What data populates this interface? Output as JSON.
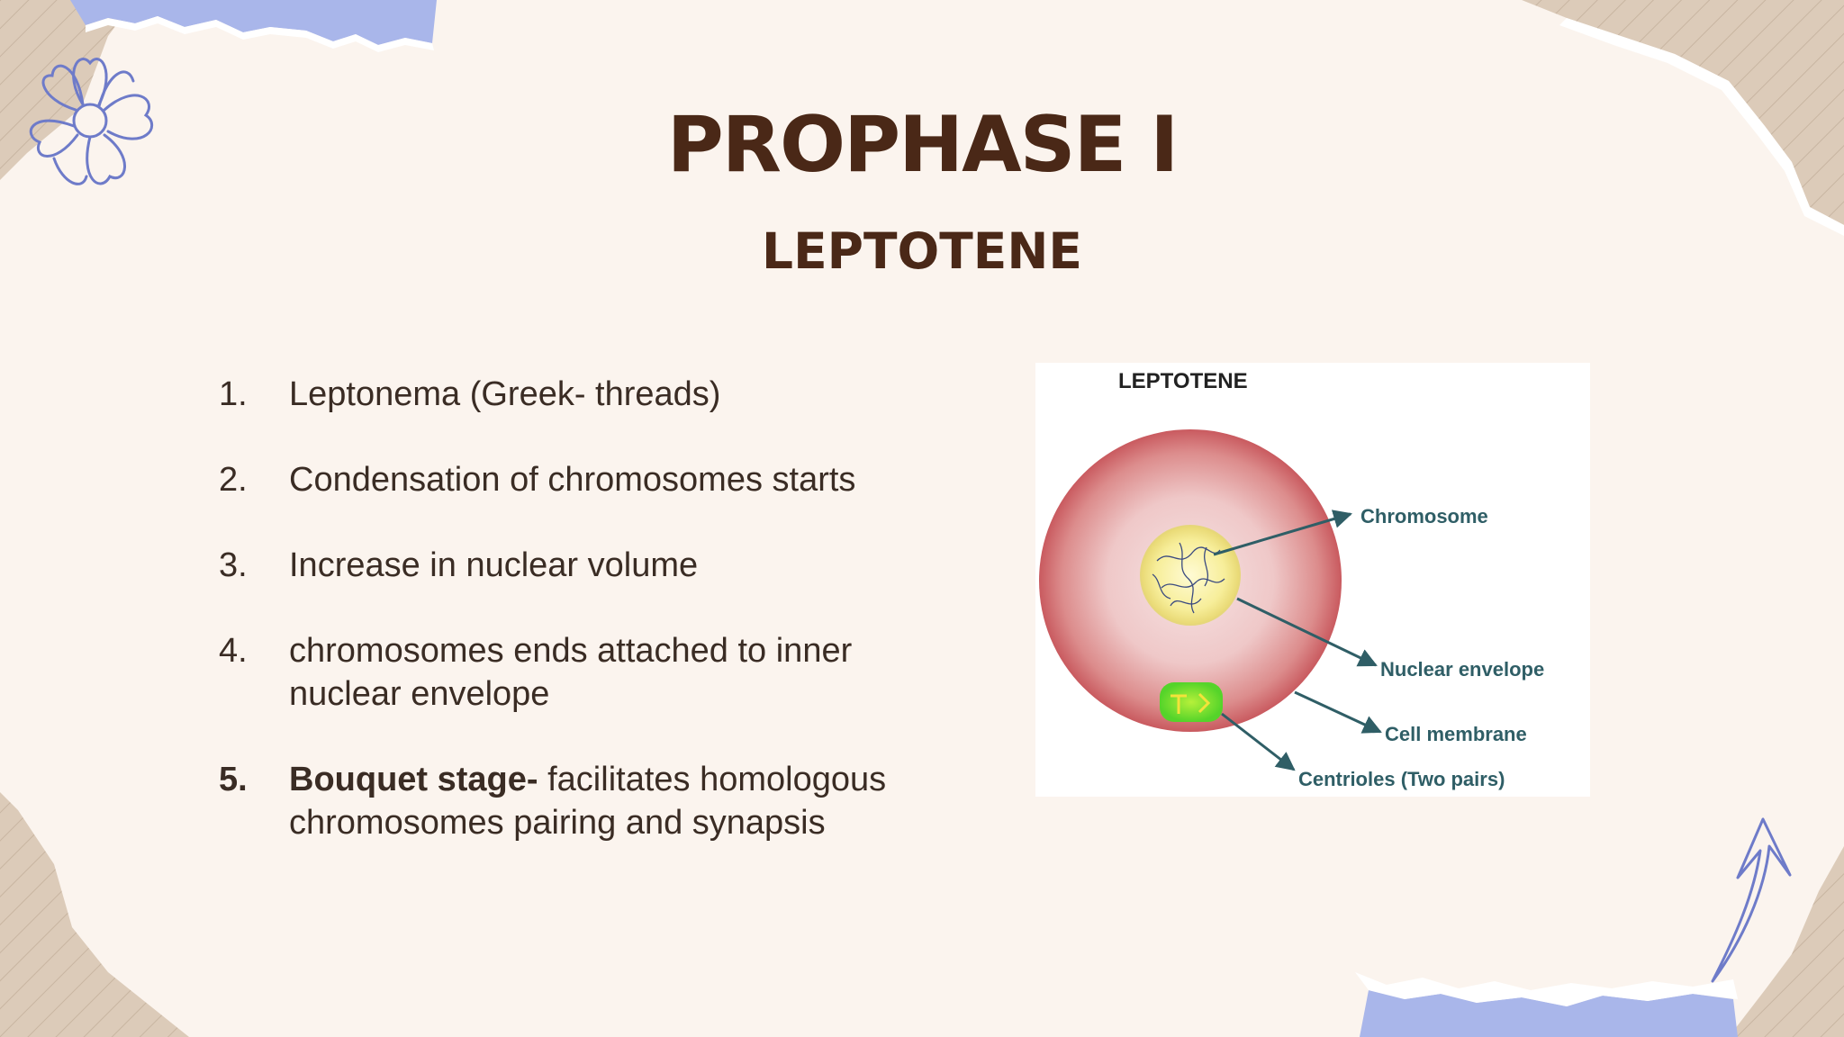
{
  "slide": {
    "title": "PROPHASE I",
    "subtitle": "LEPTOTENE"
  },
  "list": [
    {
      "num": "1.",
      "text": "Leptonema (Greek- threads)"
    },
    {
      "num": "2.",
      "text": "Condensation of chromosomes starts"
    },
    {
      "num": "3.",
      "text": "Increase in nuclear volume"
    },
    {
      "num": "4.",
      "text": "chromosomes ends attached to inner nuclear envelope"
    },
    {
      "num": "5.",
      "lead": "Bouquet stage-",
      "text": " facilitates homologous chromosomes pairing and synapsis"
    }
  ],
  "diagram": {
    "title": "LEPTOTENE",
    "labels": {
      "chromosome": "Chromosome",
      "nuclear_envelope": "Nuclear envelope",
      "cell_membrane": "Cell membrane",
      "centrioles": "Centrioles (Two pairs)"
    }
  },
  "colors": {
    "background": "#fbf4ee",
    "title": "#4a2817",
    "accent_blue": "#a9b6ea",
    "accent_tan": "#d8c6b3",
    "doodle": "#6e7bc9"
  },
  "icons": [
    "flower-doodle-icon",
    "arrow-up-doodle-icon"
  ]
}
